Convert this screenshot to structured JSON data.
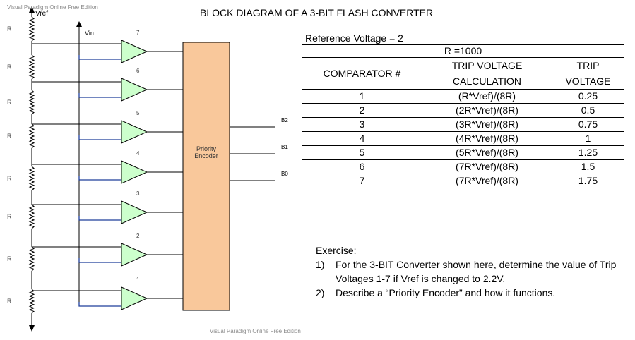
{
  "watermark_top": "Visual Paradigm Online Free Edition",
  "watermark_bottom": "Visual Paradigm Online Free Edition",
  "title": "BLOCK DIAGRAM OF A 3-BIT FLASH CONVERTER",
  "diagram": {
    "vref_label": "Vref",
    "vin_label": "Vin",
    "resistor_label": "R",
    "encoder_label_line1": "Priority",
    "encoder_label_line2": "Encoder",
    "comparator_numbers": [
      "7",
      "6",
      "5",
      "4",
      "3",
      "2",
      "1"
    ],
    "outputs": [
      "B2",
      "B1",
      "B0"
    ],
    "colors": {
      "encoder_fill": "#f9c89b",
      "comparator_fill": "#ccffcc",
      "vin_wire": "#1f3f9a"
    }
  },
  "table": {
    "reference": "Reference Voltage = 2",
    "r_value": "R =1000",
    "headers": {
      "comparator": "COMPARATOR #",
      "calc_line1": "TRIP VOLTAGE",
      "calc_line2": "CALCULATION",
      "trip_line1": "TRIP",
      "trip_line2": "VOLTAGE"
    },
    "rows": [
      {
        "n": "1",
        "calc": "(R*Vref)/(8R)",
        "v": "0.25"
      },
      {
        "n": "2",
        "calc": "(2R*Vref)/(8R)",
        "v": "0.5"
      },
      {
        "n": "3",
        "calc": "(3R*Vref)/(8R)",
        "v": "0.75"
      },
      {
        "n": "4",
        "calc": "(4R*Vref)/(8R)",
        "v": "1"
      },
      {
        "n": "5",
        "calc": "(5R*Vref)/(8R)",
        "v": "1.25"
      },
      {
        "n": "6",
        "calc": "(7R*Vref)/(8R)",
        "v": "1.5"
      },
      {
        "n": "7",
        "calc": "(7R*Vref)/(8R)",
        "v": "1.75"
      }
    ]
  },
  "exercise": {
    "heading": "Exercise:",
    "items": [
      {
        "num": "1)",
        "text": "For the 3-BIT Converter shown here, determine the value of Trip Voltages 1-7 if Vref is changed to 2.2V."
      },
      {
        "num": "2)",
        "text": "Describe a “Priority Encoder” and how it functions."
      }
    ]
  }
}
